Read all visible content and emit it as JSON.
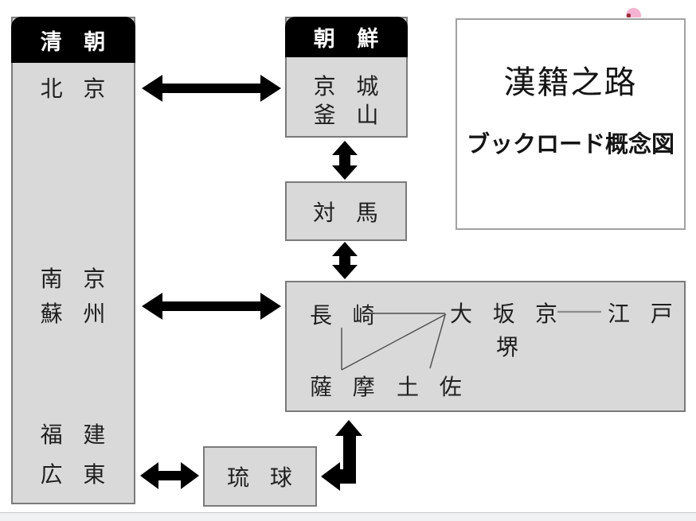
{
  "legend": {
    "title": "漢籍之路",
    "subtitle": "ブックロード概念図"
  },
  "qing": {
    "title": "清 朝",
    "beijing": "北 京",
    "nanjing": "南 京",
    "suzhou": "蘇 州",
    "fujian": "福 建",
    "guangdong": "広 東"
  },
  "joseon": {
    "title": "朝 鮮",
    "keijo": "京 城",
    "busan": "釜 山"
  },
  "tsushima": {
    "label": "対 馬"
  },
  "japan": {
    "nagasaki": "長 崎",
    "osaka": "大 坂",
    "kyoto": "京",
    "edo": "江 戸",
    "sakai": "堺",
    "satsuma": "薩 摩",
    "tosa": "土 佐"
  },
  "ryukyu": {
    "label": "琉 球"
  },
  "colors": {
    "box_fill": "#d9d9d9",
    "box_border": "#7a7a7a",
    "header_bg": "#000000",
    "header_text": "#ffffff",
    "arrow": "#000000",
    "route_line": "#4d4d4d",
    "legend_border": "#a1a1a1",
    "pink_marker": "#f4b3d0",
    "text": "#1f1f1f"
  }
}
